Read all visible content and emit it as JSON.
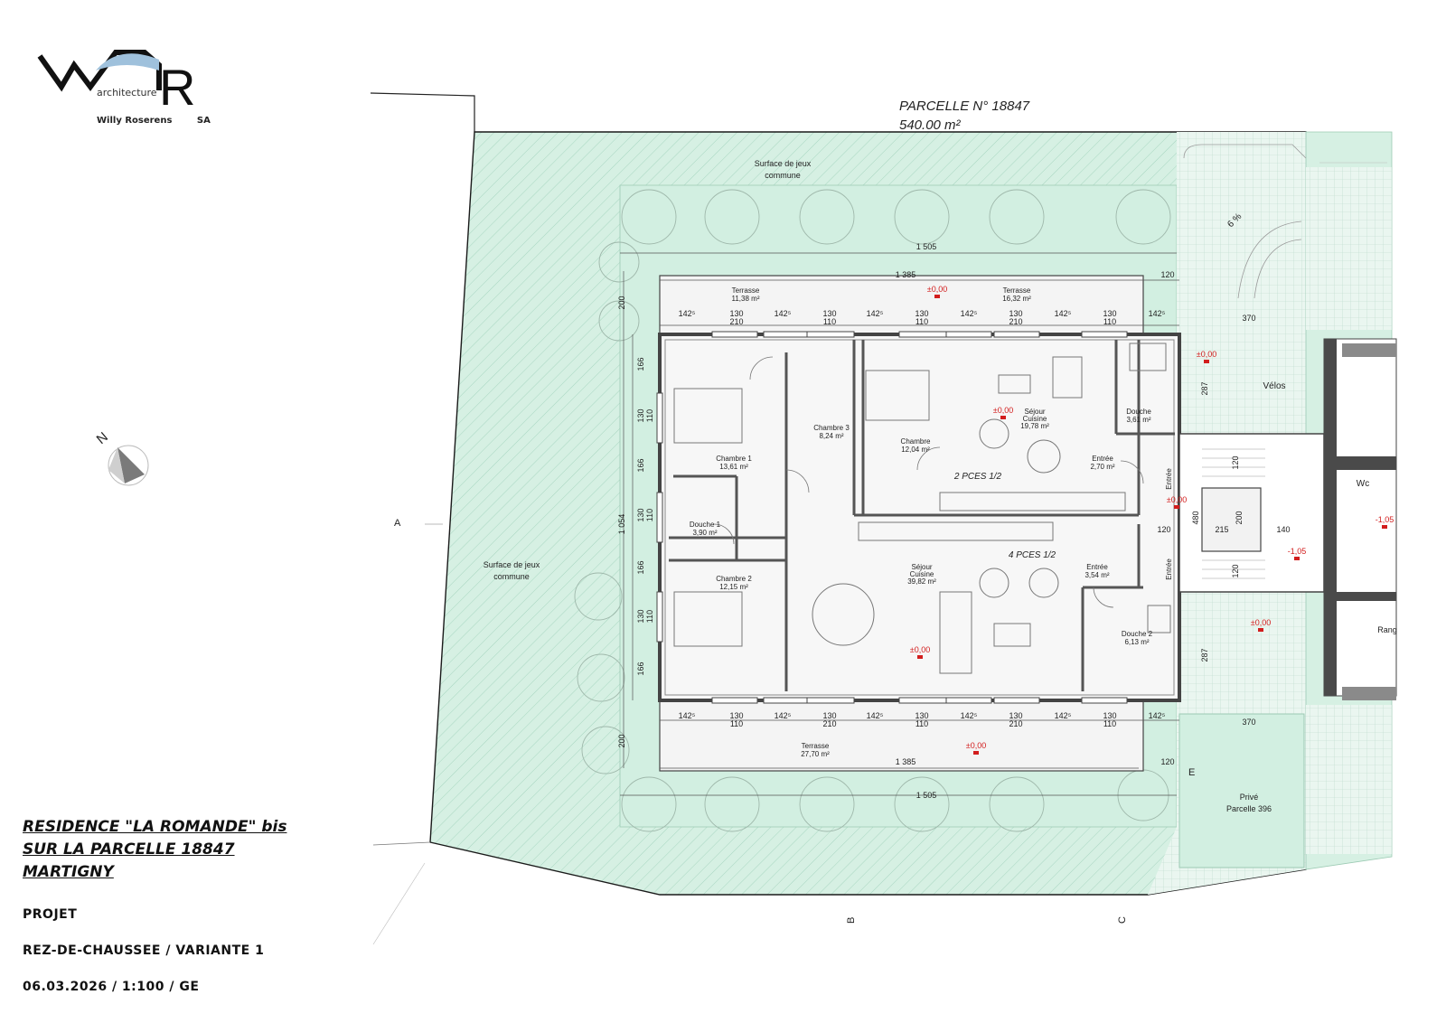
{
  "logo": {
    "mark": "WR",
    "subtitle": "architecture",
    "company": "Willy Roserens",
    "company_suffix": "SA"
  },
  "project": {
    "title_lines": [
      "RESIDENCE \"LA ROMANDE\" bis",
      "SUR LA PARCELLE 18847",
      "MARTIGNY"
    ],
    "phase": "PROJET",
    "sheet": "REZ-DE-CHAUSSEE / VARIANTE 1",
    "date_scale": "06.03.2026 / 1:100 / GE"
  },
  "parcel": {
    "name": "PARCELLE N° 18847",
    "area": "540.00 m²"
  },
  "north": {
    "label": "N"
  },
  "sections": {
    "a": "A",
    "b": "B",
    "c": "C",
    "e": "E"
  },
  "areas": {
    "jeux_top": [
      "Surface de jeux",
      "commune"
    ],
    "jeux_left": [
      "Surface de jeux",
      "commune"
    ],
    "velos": "Vélos",
    "prive": [
      "Privé",
      "Parcelle 396"
    ],
    "wc": "Wc",
    "rang": "Rang"
  },
  "apartments": {
    "small": "2 PCES 1/2",
    "large": "4 PCES 1/2"
  },
  "rooms": {
    "terrasse_1": [
      "Terrasse",
      "11,38 m²"
    ],
    "terrasse_2": [
      "Terrasse",
      "16,32 m²"
    ],
    "terrasse_3": [
      "Terrasse",
      "27,70 m²"
    ],
    "chambre_1": [
      "Chambre 1",
      "13,61 m²"
    ],
    "chambre_2": [
      "Chambre 2",
      "12,15 m²"
    ],
    "chambre_3": [
      "Chambre 3",
      "8,24 m²"
    ],
    "chambre": [
      "Chambre",
      "12,04 m²"
    ],
    "douche_1": [
      "Douche 1",
      "3,90 m²"
    ],
    "douche_2": [
      "Douche 2",
      "6,13 m²"
    ],
    "douche": [
      "Douche",
      "3,61 m²"
    ],
    "sejour_small": [
      "Séjour",
      "Cuisine",
      "19,78 m²"
    ],
    "sejour_large": [
      "Séjour",
      "Cuisine",
      "39,82 m²"
    ],
    "entree_small": [
      "Entrée",
      "2,70 m²"
    ],
    "entree_large": [
      "Entrée",
      "3,54 m²"
    ],
    "entree_v1": "Entrée",
    "entree_v2": "Entrée"
  },
  "levels": {
    "terrace_top": "±0,00",
    "terrace_bottom": "±0,00",
    "sejour_small": "±0,00",
    "sejour_large": "±0,00",
    "ext_right_top": "±0,00",
    "hall": "±0,00",
    "ext_right_bottom": "±0,00",
    "stair_1": "-1,05",
    "stair_2": "-1,05"
  },
  "dimensions": {
    "outer_top": "1 505",
    "inner_top": "1 385",
    "offset_top": "120",
    "outer_bottom": "1 505",
    "inner_bottom": "1 385",
    "offset_bottom": "120",
    "depth_total": "1 054",
    "terrace_depth_top": "200",
    "terrace_depth_bottom": "200",
    "right_370_top": "370",
    "right_370_bottom": "370",
    "right_287_top": "287",
    "right_287_bottom": "287",
    "slope": "6 %",
    "top_row": [
      [
        "142⁵"
      ],
      [
        "130",
        "210"
      ],
      [
        "142⁵"
      ],
      [
        "130",
        "110"
      ],
      [
        "142⁵"
      ],
      [
        "130",
        "110"
      ],
      [
        "142⁵"
      ],
      [
        "130",
        "210"
      ],
      [
        "142⁵"
      ],
      [
        "130",
        "110"
      ],
      [
        "142⁵"
      ]
    ],
    "bottom_row": [
      [
        "142⁵"
      ],
      [
        "130",
        "110"
      ],
      [
        "142⁵"
      ],
      [
        "130",
        "210"
      ],
      [
        "142⁵"
      ],
      [
        "130",
        "110"
      ],
      [
        "142⁵"
      ],
      [
        "130",
        "210"
      ],
      [
        "142⁵"
      ],
      [
        "130",
        "110"
      ],
      [
        "142⁵"
      ]
    ],
    "left_col": [
      [
        "166"
      ],
      [
        "130",
        "110"
      ],
      [
        "166"
      ],
      [
        "130",
        "110"
      ],
      [
        "166"
      ],
      [
        "130",
        "110"
      ],
      [
        "166"
      ]
    ],
    "core": [
      "120",
      "480",
      "215",
      "200",
      "140",
      "120",
      "120"
    ]
  },
  "colors": {
    "green_fill": "#d2efe1",
    "green_hatch": "#a9d8c2",
    "wall": "#555555",
    "dark_wall": "#3a3a3a",
    "level_red": "#d21d1d"
  }
}
